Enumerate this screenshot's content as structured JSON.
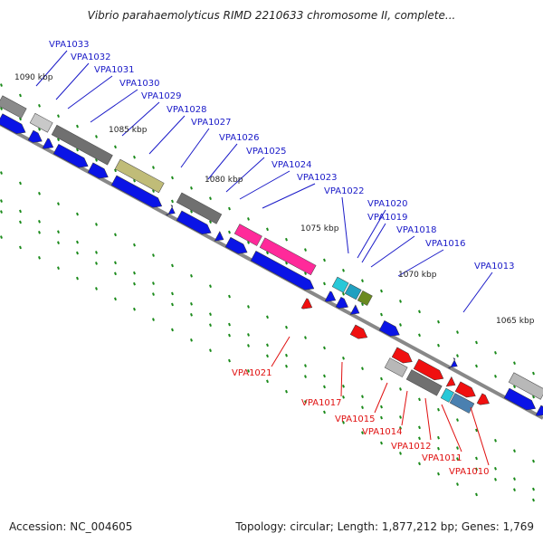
{
  "title": "Vibrio parahaemolyticus RIMD 2210633 chromosome II, complete...",
  "footer": {
    "accession": "Accession: NC_004605",
    "summary": "Topology: circular; Length: 1,877,212 bp; Genes: 1,769"
  },
  "scale_labels": [
    "1090 kbp",
    "1085 kbp",
    "1080 kbp",
    "1075 kbp",
    "1070 kbp",
    "1065 kbp"
  ],
  "colors": {
    "forward_label": "#1a1ac8",
    "reverse_label": "#e01010",
    "backbone": "#888888",
    "forward_gene": "#0a14e6",
    "reverse_gene": "#f01010",
    "tick": "#1a8a1a"
  },
  "genes": [
    {
      "id": "VPA1033",
      "strand": "forward"
    },
    {
      "id": "VPA1032",
      "strand": "forward"
    },
    {
      "id": "VPA1031",
      "strand": "forward"
    },
    {
      "id": "VPA1030",
      "strand": "forward"
    },
    {
      "id": "VPA1029",
      "strand": "forward"
    },
    {
      "id": "VPA1028",
      "strand": "forward"
    },
    {
      "id": "VPA1027",
      "strand": "forward"
    },
    {
      "id": "VPA1026",
      "strand": "forward"
    },
    {
      "id": "VPA1025",
      "strand": "forward"
    },
    {
      "id": "VPA1024",
      "strand": "forward"
    },
    {
      "id": "VPA1023",
      "strand": "forward"
    },
    {
      "id": "VPA1022",
      "strand": "forward"
    },
    {
      "id": "VPA1020",
      "strand": "forward"
    },
    {
      "id": "VPA1019",
      "strand": "forward"
    },
    {
      "id": "VPA1018",
      "strand": "forward"
    },
    {
      "id": "VPA1016",
      "strand": "forward"
    },
    {
      "id": "VPA1013",
      "strand": "forward"
    },
    {
      "id": "VPA1021",
      "strand": "reverse"
    },
    {
      "id": "VPA1017",
      "strand": "reverse"
    },
    {
      "id": "VPA1015",
      "strand": "reverse"
    },
    {
      "id": "VPA1014",
      "strand": "reverse"
    },
    {
      "id": "VPA1012",
      "strand": "reverse"
    },
    {
      "id": "VPA1011",
      "strand": "reverse"
    },
    {
      "id": "VPA1010",
      "strand": "reverse"
    }
  ]
}
